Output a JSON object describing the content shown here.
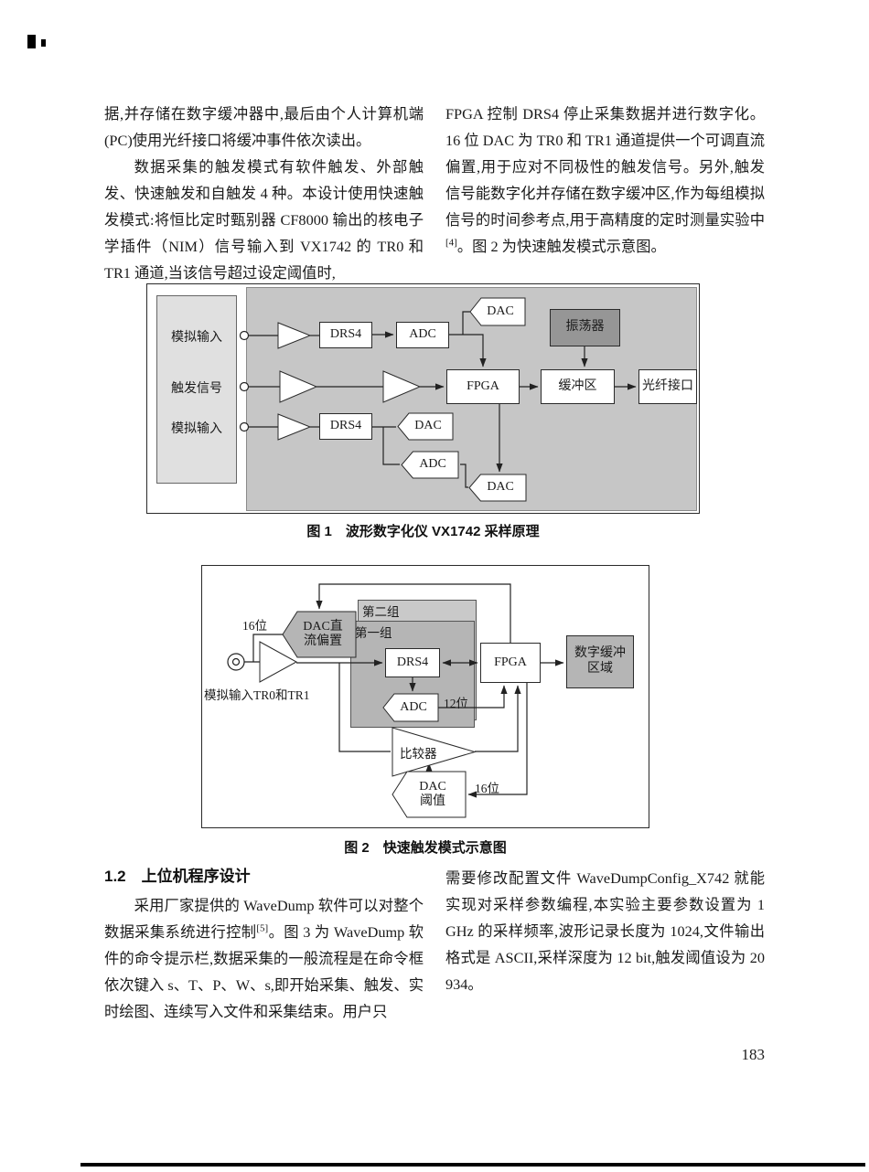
{
  "article": {
    "top_left": {
      "p1": "据,并存储在数字缓冲器中,最后由个人计算机端(PC)使用光纤接口将缓冲事件依次读出。",
      "p2": "数据采集的触发模式有软件触发、外部触发、快速触发和自触发 4 种。本设计使用快速触发模式:将恒比定时甄别器 CF8000 输出的核电子学插件（NIM）信号输入到 VX1742 的 TR0 和 TR1 通道,当该信号超过设定阈值时,"
    },
    "top_right": {
      "p1a": "FPGA 控制 DRS4 停止采集数据并进行数字化。16 位 DAC 为 TR0 和 TR1 通道提供一个可调直流偏置,用于应对不同极性的触发信号。另外,触发信号能数字化并存储在数字缓冲区,作为每组模拟信号的时间参考点,用于高精度的定时测量实验中",
      "ref4": "[4]",
      "p1b": "。图 2 为快速触发模式示意图。"
    },
    "section12": {
      "heading": "1.2　上位机程序设计",
      "left_a": "采用厂家提供的 WaveDump 软件可以对整个数据采集系统进行控制",
      "ref5": "[5]",
      "left_b": "。图 3 为 WaveDump 软件的命令提示栏,数据采集的一般流程是在命令框依次键入 s、T、P、W、s,即开始采集、触发、实时绘图、连续写入文件和采集结束。用户只",
      "right": "需要修改配置文件 WaveDumpConfig_X742 就能实现对采样参数编程,本实验主要参数设置为 1 GHz 的采样频率,波形记录长度为 1024,文件输出格式是 ASCII,采样深度为 12 bit,触发阈值设为 20 934。"
    },
    "page_number": "183"
  },
  "figure1": {
    "caption": "图 1　波形数字化仪 VX1742 采样原理",
    "nodes": {
      "analog_input_1": "模拟输入",
      "trigger_signal": "触发信号",
      "analog_input_2": "模拟输入",
      "drs4_top": "DRS4",
      "adc_top": "ADC",
      "dac_top": "DAC",
      "oscillator": "振荡器",
      "fpga": "FPGA",
      "buffer": "缓冲区",
      "fiber_interface": "光纤接口",
      "drs4_bottom": "DRS4",
      "dac_mid": "DAC",
      "adc_bottom": "ADC",
      "dac_bottom": "DAC"
    }
  },
  "figure2": {
    "caption": "图 2　快速触发模式示意图",
    "nodes": {
      "bus16_top": "16位",
      "dac_offset_l1": "DAC直",
      "dac_offset_l2": "流偏置",
      "group2": "第二组",
      "group1": "第一组",
      "drs4": "DRS4",
      "fpga": "FPGA",
      "digital_buffer_l1": "数字缓冲",
      "digital_buffer_l2": "区域",
      "analog_input": "模拟输入TR0和TR1",
      "adc": "ADC",
      "bus12": "12位",
      "comparator": "比较器",
      "dac_threshold_l1": "DAC",
      "dac_threshold_l2": "阈值",
      "bus16_bottom": "16位"
    }
  }
}
